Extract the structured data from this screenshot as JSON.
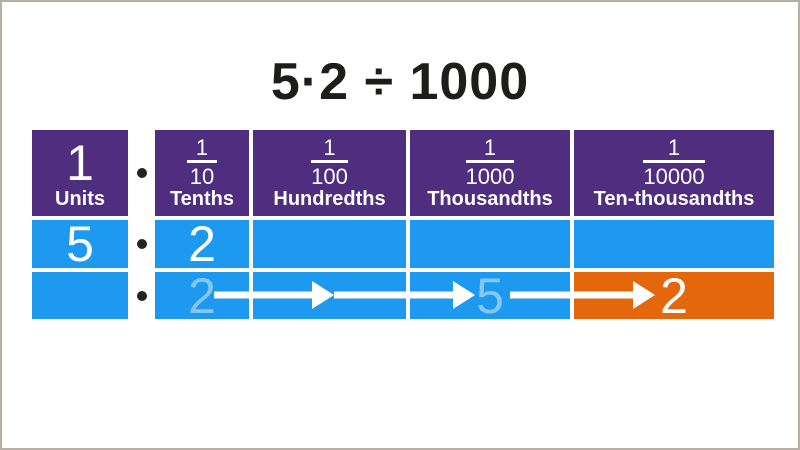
{
  "title": "5·2 ÷ 1000",
  "colors": {
    "header_purple": "#4f2d7f",
    "cell_blue": "#1d9af0",
    "highlight_orange": "#e4670e",
    "ghost_digit_blue": "#85c6f2",
    "title_text": "#1d1d1b",
    "frame_border": "#b6afa6",
    "decimal_dot": "#222222",
    "arrow_white": "#ffffff"
  },
  "table": {
    "decimal_point": "·",
    "header": {
      "units": {
        "digit": "1",
        "label": "Units"
      },
      "columns": [
        {
          "numerator": "1",
          "denominator": "10",
          "label": "Tenths"
        },
        {
          "numerator": "1",
          "denominator": "100",
          "label": "Hundredths"
        },
        {
          "numerator": "1",
          "denominator": "1000",
          "label": "Thousandths"
        },
        {
          "numerator": "1",
          "denominator": "10000",
          "label": "Ten-thousandths"
        }
      ]
    },
    "row_original": {
      "units": "5",
      "tenths": "2",
      "hundredths": "",
      "thousandths": "",
      "ten_thousandths": ""
    },
    "row_result": {
      "units": "",
      "tenths_ghost": "2",
      "hundredths": "",
      "thousandths_ghost": "5",
      "ten_thousandths": "2"
    }
  }
}
